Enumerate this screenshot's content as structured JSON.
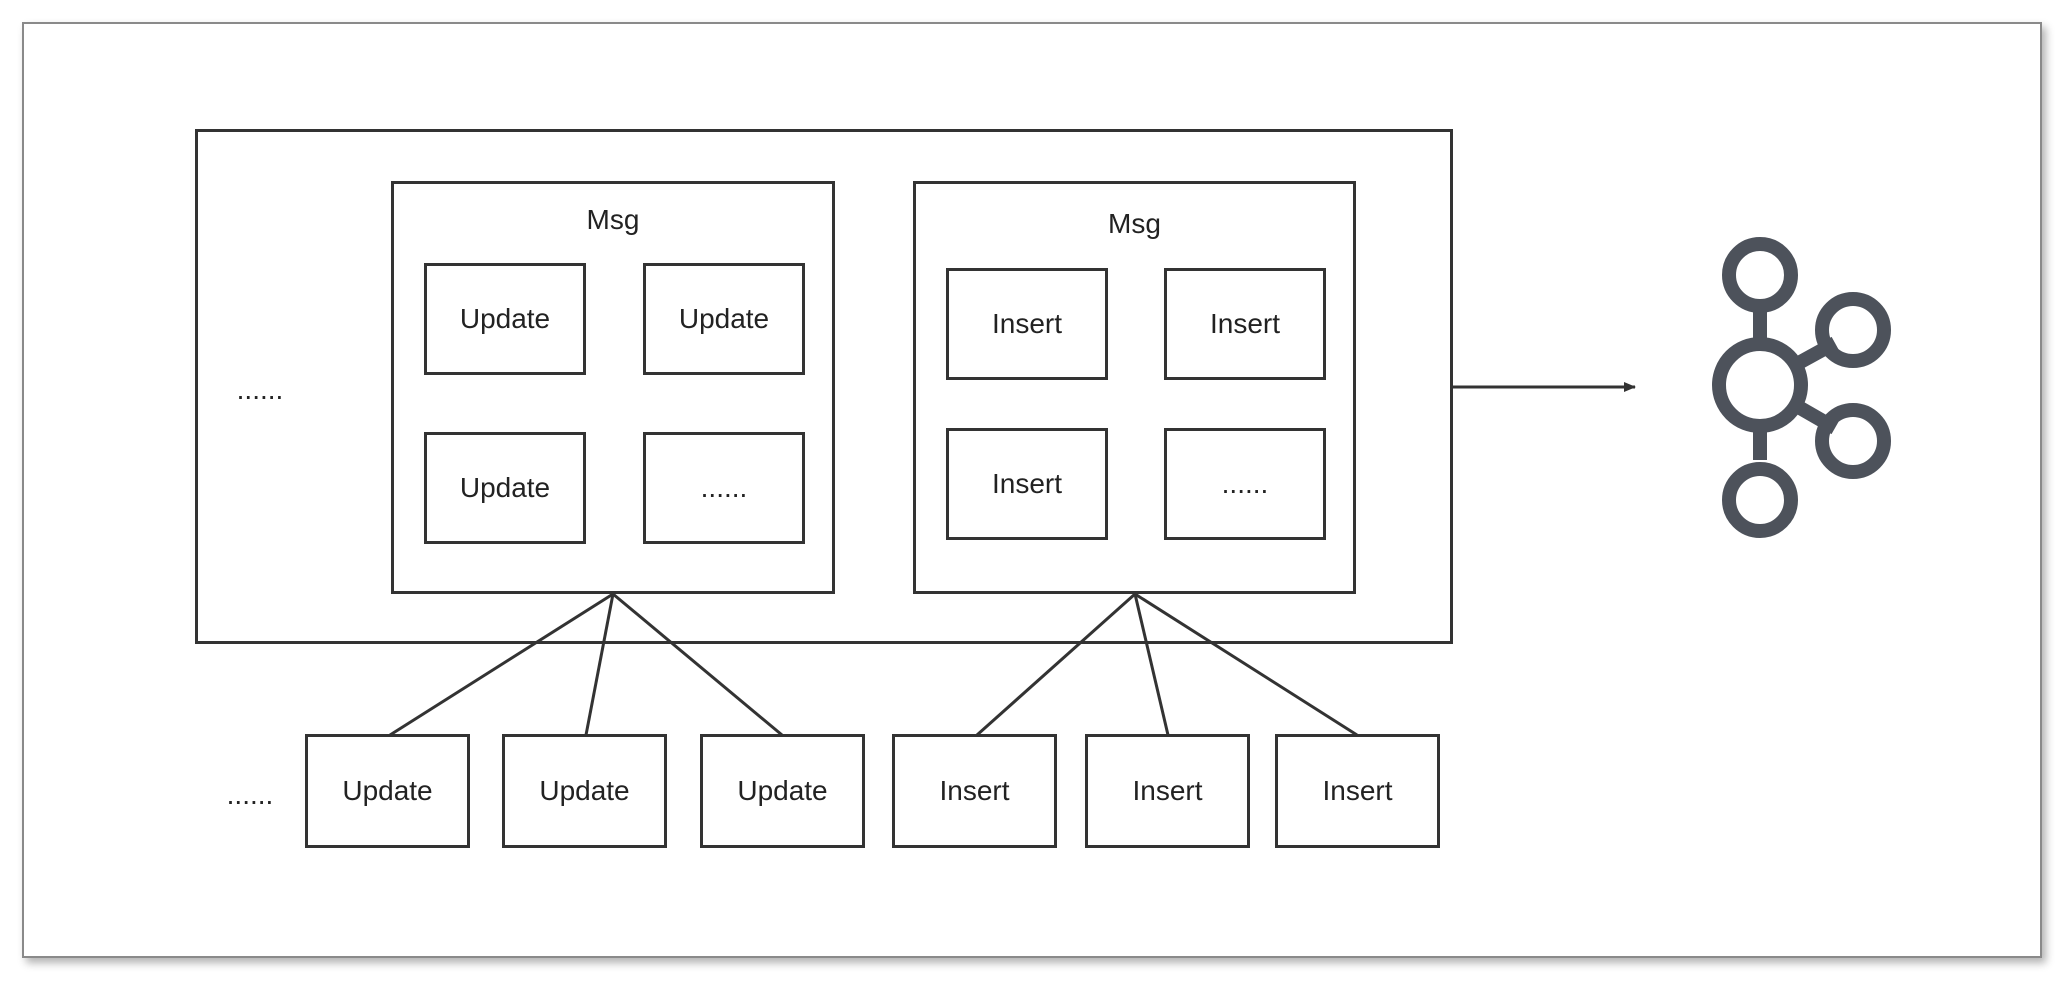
{
  "outer_container": {
    "ellipsis": "......"
  },
  "msg_update": {
    "title": "Msg",
    "cells": [
      "Update",
      "Update",
      "Update",
      "......"
    ]
  },
  "msg_insert": {
    "title": "Msg",
    "cells": [
      "Insert",
      "Insert",
      "Insert",
      "......"
    ]
  },
  "bottom_row": {
    "ellipsis": "......",
    "updates": [
      "Update",
      "Update",
      "Update"
    ],
    "inserts": [
      "Insert",
      "Insert",
      "Insert"
    ]
  },
  "kafka_logo": {
    "icon": "kafka-logo-icon",
    "color": "#4d525b"
  },
  "colors": {
    "stroke": "#333333",
    "frame": "#8a8a8a"
  }
}
